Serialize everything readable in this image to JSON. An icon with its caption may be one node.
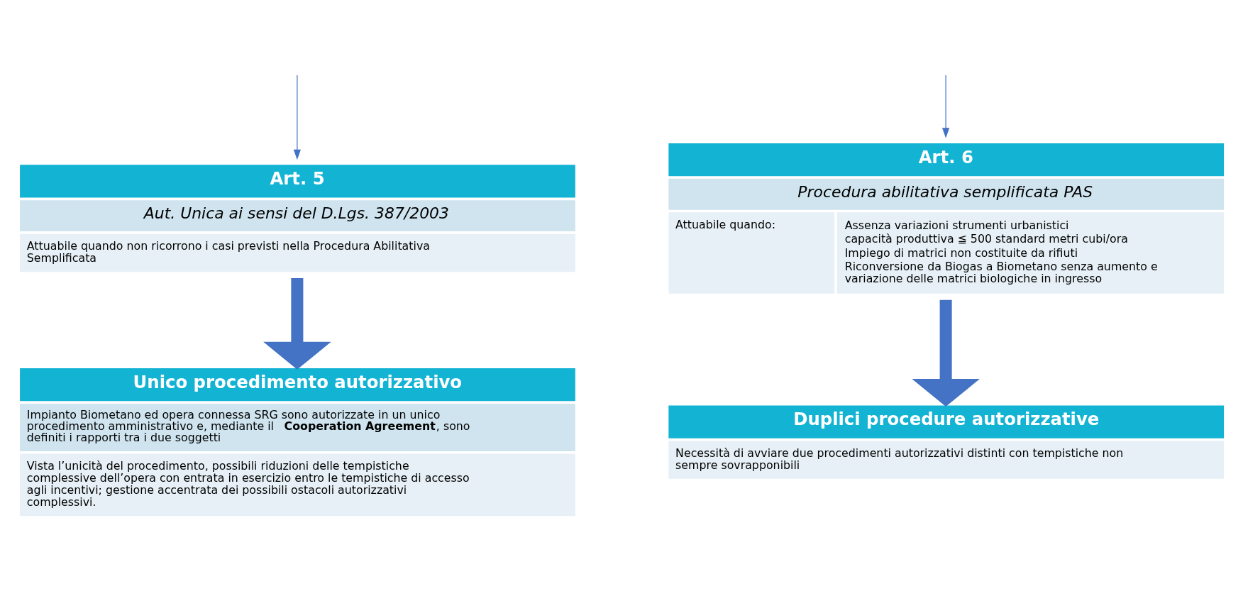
{
  "diagram": {
    "nodes": [
      {
        "text": [
          "Art. 5",
          "Aut. Unica ai sensi del D.Lgs. 387/2003",
          "Attuabile quando non ricorrono i casi previsti nella Procedura Abilitativa Semplificata"
        ]
      },
      {
        "text": [
          "Art. 6",
          "Procedura abilitativa semplificata PAS",
          "Attuabile quando:",
          "Assenza variazioni strumenti urbanistici",
          "capacità produttiva ≦ 500 standard metri cubi/ora",
          "Impiego di matrici non costituite da rifiuti",
          "Riconversione da Biogas a Biometano senza aumento e variazione delle matrici biologiche in ingresso"
        ]
      },
      {
        "text": [
          "Unico procedimento autorizzativo",
          "Impianto Biometano ed opera connessa SRG sono autorizzate in un unico procedimento amministrativo e, mediante il **Cooperation Agreement**, sono definiti i rapporti tra i due soggetti",
          "Vista l’unicità del procedimento, possibili riduzioni delle tempistiche complessive dell’opera con entrata in esercizio entro le tempistiche di accesso agli incentivi; gestione accentrata dei possibili ostacoli autorizzativi complessivi."
        ]
      },
      {
        "text": [
          "Duplici procedure autorizzative",
          "Necessità di avviare due procedimenti autorizzativi distinti con tempistiche non sempre sovrapponibili"
        ]
      }
    ],
    "edges": [
      {
        "from": null,
        "to": 0,
        "arrow": "to",
        "color": "#4472c4"
      },
      {
        "from": null,
        "to": 1,
        "arrow": "to",
        "color": "#4472c4"
      },
      {
        "from": 0,
        "to": 2,
        "arrow": "to",
        "style": "thick"
      },
      {
        "from": 1,
        "to": 3,
        "arrow": "to",
        "style": "thick"
      }
    ]
  }
}
